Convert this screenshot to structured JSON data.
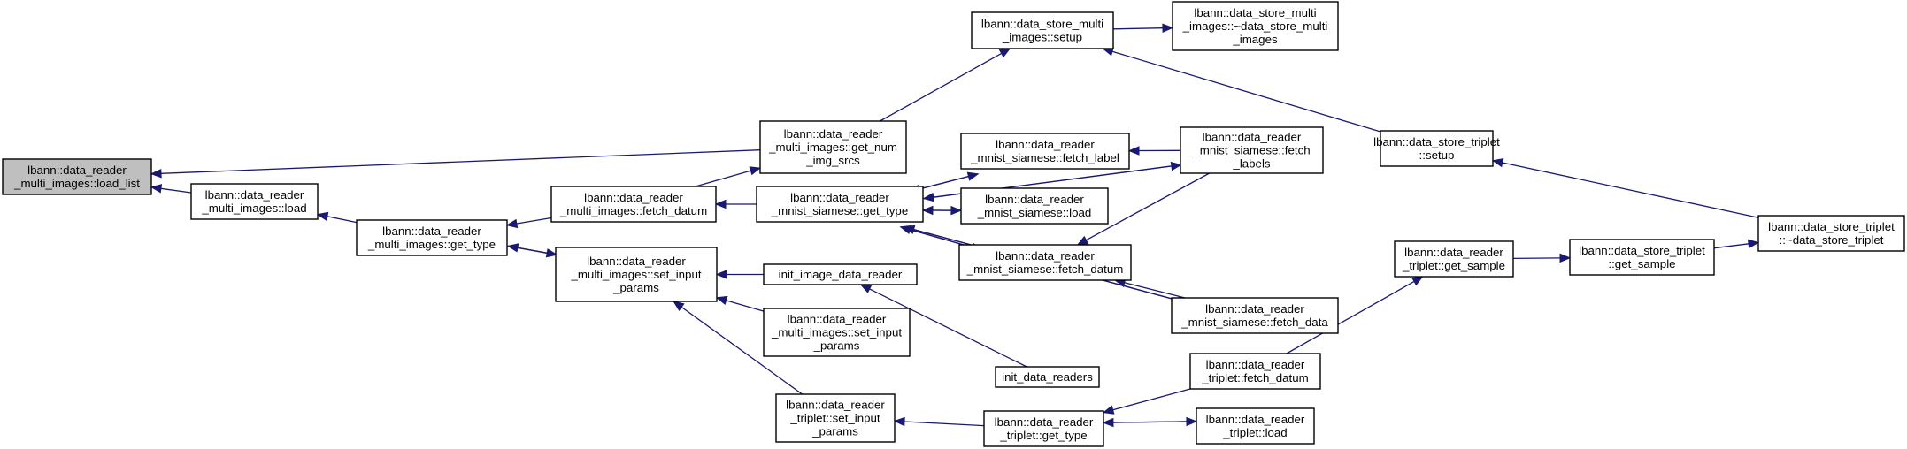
{
  "colors": {
    "edge": "#191970",
    "root_fill": "#bfbfbf",
    "node_fill": "#ffffff",
    "node_border": "#000000"
  },
  "nodes": {
    "n1": {
      "lines": [
        "lbann::data_reader",
        "_multi_images::load_list"
      ]
    },
    "n2": {
      "lines": [
        "lbann::data_reader",
        "_multi_images::load"
      ]
    },
    "n3": {
      "lines": [
        "lbann::data_reader",
        "_multi_images::get_type"
      ]
    },
    "n4": {
      "lines": [
        "lbann::data_reader",
        "_multi_images::fetch_datum"
      ]
    },
    "n5": {
      "lines": [
        "lbann::data_reader",
        "_multi_images::set_input",
        "_params"
      ]
    },
    "n6": {
      "lines": [
        "lbann::data_reader",
        "_multi_images::get_num",
        "_img_srcs"
      ]
    },
    "n7": {
      "lines": [
        "lbann::data_reader",
        "_mnist_siamese::get_type"
      ]
    },
    "n8": {
      "lines": [
        "init_image_data_reader"
      ]
    },
    "n9": {
      "lines": [
        "lbann::data_reader",
        "_multi_images::set_input",
        "_params"
      ]
    },
    "n10": {
      "lines": [
        "lbann::data_reader",
        "_triplet::set_input",
        "_params"
      ]
    },
    "n11": {
      "lines": [
        "lbann::data_store_multi",
        "_images::setup"
      ]
    },
    "n12": {
      "lines": [
        "lbann::data_store_multi",
        "_images::~data_store_multi",
        "_images"
      ]
    },
    "n13": {
      "lines": [
        "lbann::data_reader",
        "_mnist_siamese::fetch_label"
      ]
    },
    "n14": {
      "lines": [
        "lbann::data_reader",
        "_mnist_siamese::load"
      ]
    },
    "n15": {
      "lines": [
        "lbann::data_reader",
        "_mnist_siamese::fetch_datum"
      ]
    },
    "n16": {
      "lines": [
        "lbann::data_reader",
        "_mnist_siamese::fetch",
        "_labels"
      ]
    },
    "n17": {
      "lines": [
        "lbann::data_reader",
        "_mnist_siamese::fetch_data"
      ]
    },
    "n18": {
      "lines": [
        "init_data_readers"
      ]
    },
    "n19": {
      "lines": [
        "lbann::data_reader",
        "_triplet::get_type"
      ]
    },
    "n20": {
      "lines": [
        "lbann::data_reader",
        "_triplet::fetch_datum"
      ]
    },
    "n21": {
      "lines": [
        "lbann::data_reader",
        "_triplet::load"
      ]
    },
    "n22": {
      "lines": [
        "lbann::data_reader",
        "_triplet::get_sample"
      ]
    },
    "n23": {
      "lines": [
        "lbann::data_store_triplet",
        "::setup"
      ]
    },
    "n24": {
      "lines": [
        "lbann::data_store_triplet",
        "::get_sample"
      ]
    },
    "n25": {
      "lines": [
        "lbann::data_store_triplet",
        "::~data_store_triplet"
      ]
    }
  },
  "edges": [
    {
      "from": "n2",
      "to": "n1"
    },
    {
      "from": "n6",
      "to": "n1"
    },
    {
      "from": "n3",
      "to": "n2"
    },
    {
      "from": "n4",
      "to": "n3"
    },
    {
      "from": "n5",
      "to": "n3"
    },
    {
      "from": "n3",
      "to": "n5"
    },
    {
      "from": "n4",
      "to": "n6"
    },
    {
      "from": "n6",
      "to": "n11"
    },
    {
      "from": "n11",
      "to": "n12"
    },
    {
      "from": "n7",
      "to": "n4"
    },
    {
      "from": "n8",
      "to": "n5"
    },
    {
      "from": "n9",
      "to": "n5"
    },
    {
      "from": "n10",
      "to": "n5"
    },
    {
      "from": "n18",
      "to": "n8"
    },
    {
      "from": "n13",
      "to": "n7"
    },
    {
      "from": "n7",
      "to": "n13"
    },
    {
      "from": "n14",
      "to": "n7"
    },
    {
      "from": "n7",
      "to": "n14"
    },
    {
      "from": "n15",
      "to": "n7"
    },
    {
      "from": "n7",
      "to": "n15"
    },
    {
      "from": "n16",
      "to": "n7"
    },
    {
      "from": "n7",
      "to": "n16"
    },
    {
      "from": "n17",
      "to": "n7"
    },
    {
      "from": "n7",
      "to": "n17"
    },
    {
      "from": "n16",
      "to": "n13"
    },
    {
      "from": "n16",
      "to": "n15"
    },
    {
      "from": "n17",
      "to": "n15"
    },
    {
      "from": "n19",
      "to": "n10"
    },
    {
      "from": "n20",
      "to": "n19"
    },
    {
      "from": "n21",
      "to": "n19"
    },
    {
      "from": "n19",
      "to": "n21"
    },
    {
      "from": "n20",
      "to": "n22"
    },
    {
      "from": "n22",
      "to": "n24"
    },
    {
      "from": "n24",
      "to": "n25"
    },
    {
      "from": "n23",
      "to": "n11"
    },
    {
      "from": "n25",
      "to": "n23"
    }
  ]
}
